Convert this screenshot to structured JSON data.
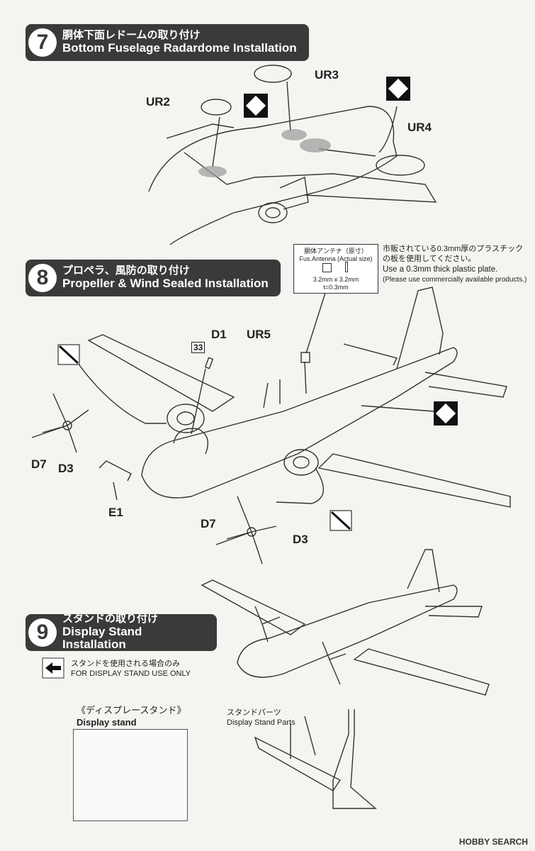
{
  "step7": {
    "number": "7",
    "title_jp": "胴体下面レドームの取り付け",
    "title_en": "Bottom Fuselage Radardome Installation",
    "parts": [
      "UR2",
      "UR3",
      "UR4"
    ]
  },
  "step8": {
    "number": "8",
    "title_jp": "プロペラ、風防の取り付け",
    "title_en": "Propeller & Wind Sealed Installation",
    "parts": {
      "d1": "D1",
      "ur5": "UR5",
      "d7_left": "D7",
      "d3_left": "D3",
      "e1": "E1",
      "d7_right": "D7",
      "d3_right": "D3",
      "decal_number": "33"
    },
    "antenna": {
      "title": "胴体アンテナ（原寸）",
      "subtitle": "Fus.Antenna (Actual size)",
      "size": "3.2mm x 3.2mm",
      "thickness": "t=0.3mm"
    },
    "note_jp_line1": "市販されている0.3mm厚のプラスチック",
    "note_jp_line2": "の板を使用してください。",
    "note_en": "Use a 0.3mm thick plastic plate.",
    "note_en_paren": "(Please use commercially available products.)"
  },
  "step9": {
    "number": "9",
    "title_jp": "スタンドの取り付け",
    "title_en": "Display Stand Installation",
    "stand_note_jp": "スタンドを使用される場合のみ",
    "stand_note_en": "FOR DISPLAY STAND USE ONLY",
    "stand_label_jp": "《ディスプレースタンド》",
    "stand_label_en": "Display stand",
    "parts_label_jp": "スタンドパーツ",
    "parts_label_en": "Display Stand Parts"
  },
  "watermark": "HOBBY SEARCH"
}
